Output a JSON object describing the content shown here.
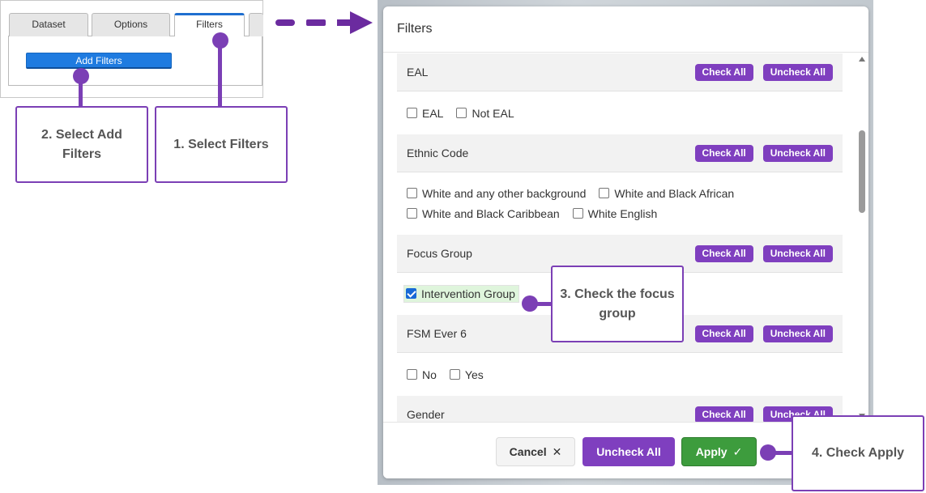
{
  "mini": {
    "tabs": [
      {
        "label": "Dataset",
        "active": false
      },
      {
        "label": "Options",
        "active": false
      },
      {
        "label": "Filters",
        "active": true
      }
    ],
    "add_filters_label": "Add Filters"
  },
  "callouts": {
    "step1": "1. Select Filters",
    "step2": "2. Select Add Filters",
    "step3": "3. Check the focus group",
    "step4": "4. Check Apply"
  },
  "modal": {
    "title": "Filters",
    "check_all_label": "Check All",
    "uncheck_all_label": "Uncheck All",
    "sections": [
      {
        "title": "EAL",
        "rows": [
          [
            {
              "label": "EAL",
              "checked": false
            },
            {
              "label": "Not EAL",
              "checked": false
            }
          ]
        ]
      },
      {
        "title": "Ethnic Code",
        "rows": [
          [
            {
              "label": "White and any other background",
              "checked": false
            },
            {
              "label": "White and Black African",
              "checked": false
            }
          ],
          [
            {
              "label": "White and Black Caribbean",
              "checked": false
            },
            {
              "label": "White English",
              "checked": false
            }
          ]
        ]
      },
      {
        "title": "Focus Group",
        "rows": [
          [
            {
              "label": "Intervention Group",
              "checked": true
            }
          ]
        ]
      },
      {
        "title": "FSM Ever 6",
        "rows": [
          [
            {
              "label": "No",
              "checked": false
            },
            {
              "label": "Yes",
              "checked": false
            }
          ]
        ]
      },
      {
        "title": "Gender",
        "rows": []
      }
    ],
    "footer": {
      "cancel_label": "Cancel",
      "uncheck_all_label": "Uncheck All",
      "apply_label": "Apply"
    }
  },
  "colors": {
    "purple": "#7f3fbf",
    "apply_green": "#3d9c3d",
    "tab_blue": "#1f6fd0",
    "highlight": "#dff5dc"
  },
  "icons": {
    "cancel": "close-icon",
    "apply": "check-icon"
  }
}
